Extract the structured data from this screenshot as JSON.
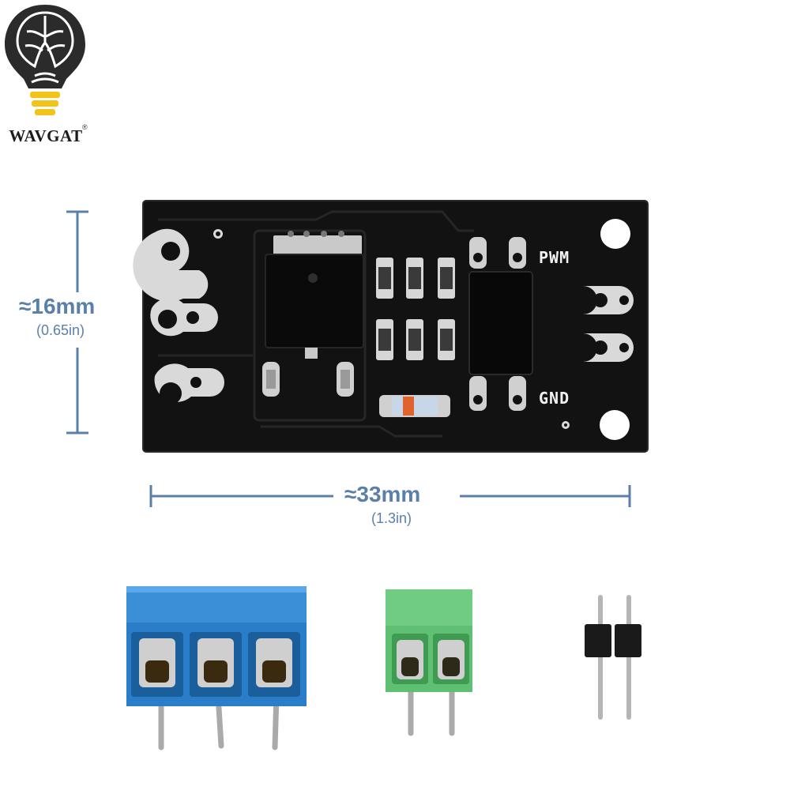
{
  "brand": {
    "name": "WAVGAT",
    "registered_mark": "®",
    "logo_icon": "brain-lightbulb-icon"
  },
  "dimensions": {
    "height_mm": "≈16mm",
    "height_in": "(0.65in)",
    "width_mm": "≈33mm",
    "width_in": "(1.3in)",
    "line_color": "#5a7fa8"
  },
  "board": {
    "pin_labels": {
      "top": "PWM",
      "bottom": "GND"
    },
    "pcb_color": "#121212",
    "pad_color": "#d9d9d9"
  },
  "accessories": {
    "blue_terminal_color": "#2a7ec9",
    "green_terminal_color": "#5fbf73",
    "header_pins_icon": "pin-header-icon"
  }
}
